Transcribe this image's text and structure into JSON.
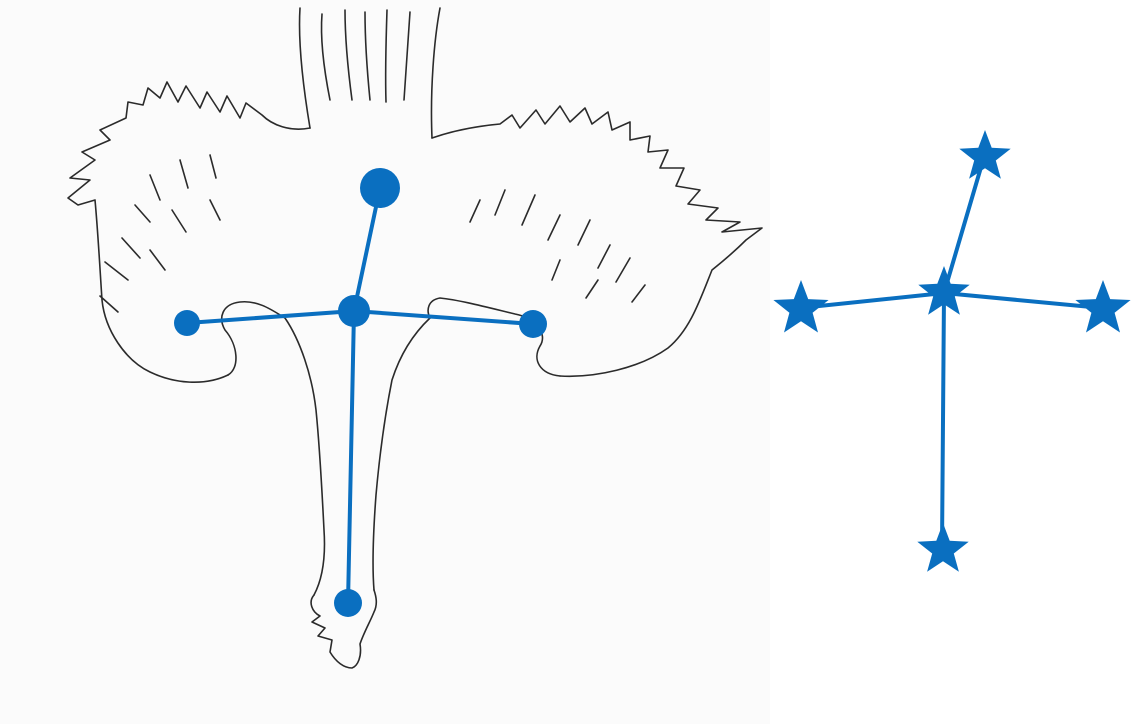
{
  "colors": {
    "accent": "#0a6fc0",
    "outline": "#2b2b2b",
    "panel_bg": "#fbfbfb",
    "background": "#ffffff"
  },
  "left_figure": {
    "illustration": "swan-drawing",
    "marker_shape": "circle",
    "markers": [
      "head",
      "left-wing",
      "body-center",
      "right-wing",
      "tail"
    ]
  },
  "right_figure": {
    "marker_shape": "star",
    "markers": [
      "head",
      "left-wing",
      "body-center",
      "right-wing",
      "tail"
    ]
  }
}
